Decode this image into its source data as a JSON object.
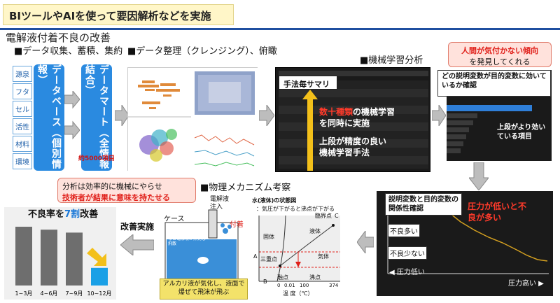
{
  "header": {
    "title": "BIツールやAIを使って要因解析などを実施"
  },
  "case_title": "電解液付着不良の改善",
  "sections": {
    "data_collection": "■データ収集、蓄積、集約",
    "data_cleansing": "■データ整理（クレンジング）、俯瞰",
    "ml_analysis": "■機械学習分析",
    "physics": "■物理メカニズム考察"
  },
  "database": {
    "label": "データベース（個別情報）",
    "items": [
      "源泉",
      "フタ",
      "セル",
      "活性",
      "材料",
      "環境"
    ]
  },
  "datamart": {
    "label": "データマート（全情報結合）",
    "note": "約5000項目"
  },
  "ml": {
    "badge_title": "手法毎サマリ",
    "line1_red": "数十種類",
    "line1_rest": "の機械学習",
    "line2": "を同時に実施",
    "line3": "上段が精度の良い",
    "line4": "機械学習手法"
  },
  "callout_human": {
    "red": "人間が気付かない傾向",
    "rest": "を発見してくれる"
  },
  "feature_importance": {
    "question": "どの説明変数が目的変数に効いているか確認",
    "note": "上段がより効いている項目"
  },
  "relation_chart": {
    "title": "説明変数と目的変数の関係性確認",
    "highlight": "圧力が低いと不良が多い",
    "y_high": "不良多い",
    "y_low": "不良少ない",
    "x_low": "圧力低い",
    "x_high": "圧力高い",
    "line_color": "#d4a020"
  },
  "callout_analysis": {
    "line1": "分析は効率的に機械にやらせ",
    "line2": "技術者が結果に意味を持たせる"
  },
  "mechanism": {
    "inject": "電解液注入",
    "case": "ケース",
    "adhesion": "付着",
    "note_small": "ノズル先の圧力下がると電解液が蒸発し飛散",
    "bottom": "アルカリ液が気化し、液面で爆ぜて飛沫が飛ぶ"
  },
  "phase_diagram": {
    "title": "水(液体)の状態図",
    "subtitle": "：気圧が下がると沸点が下がる",
    "critical": "臨界点",
    "solid": "固体",
    "liquid": "液体",
    "gas": "気体",
    "triple": "三重点",
    "melting": "融点",
    "boiling": "沸点",
    "a": "A",
    "b": "B",
    "c": "C",
    "x_ticks": [
      "0",
      "0.01",
      "100",
      "374"
    ],
    "x_label": "温 度（℃）"
  },
  "improvement": {
    "label": "改善実施"
  },
  "result_chart": {
    "title_pre": "不良率を",
    "title_num": "7割",
    "title_post": "改善",
    "categories": [
      "1~3月",
      "4~6月",
      "7~9月",
      "10~12月"
    ],
    "values": [
      100,
      95,
      90,
      30
    ],
    "ylim": [
      0,
      100
    ],
    "bar_color": "#6e6e6e",
    "highlight_color": "#1aa0e6"
  }
}
